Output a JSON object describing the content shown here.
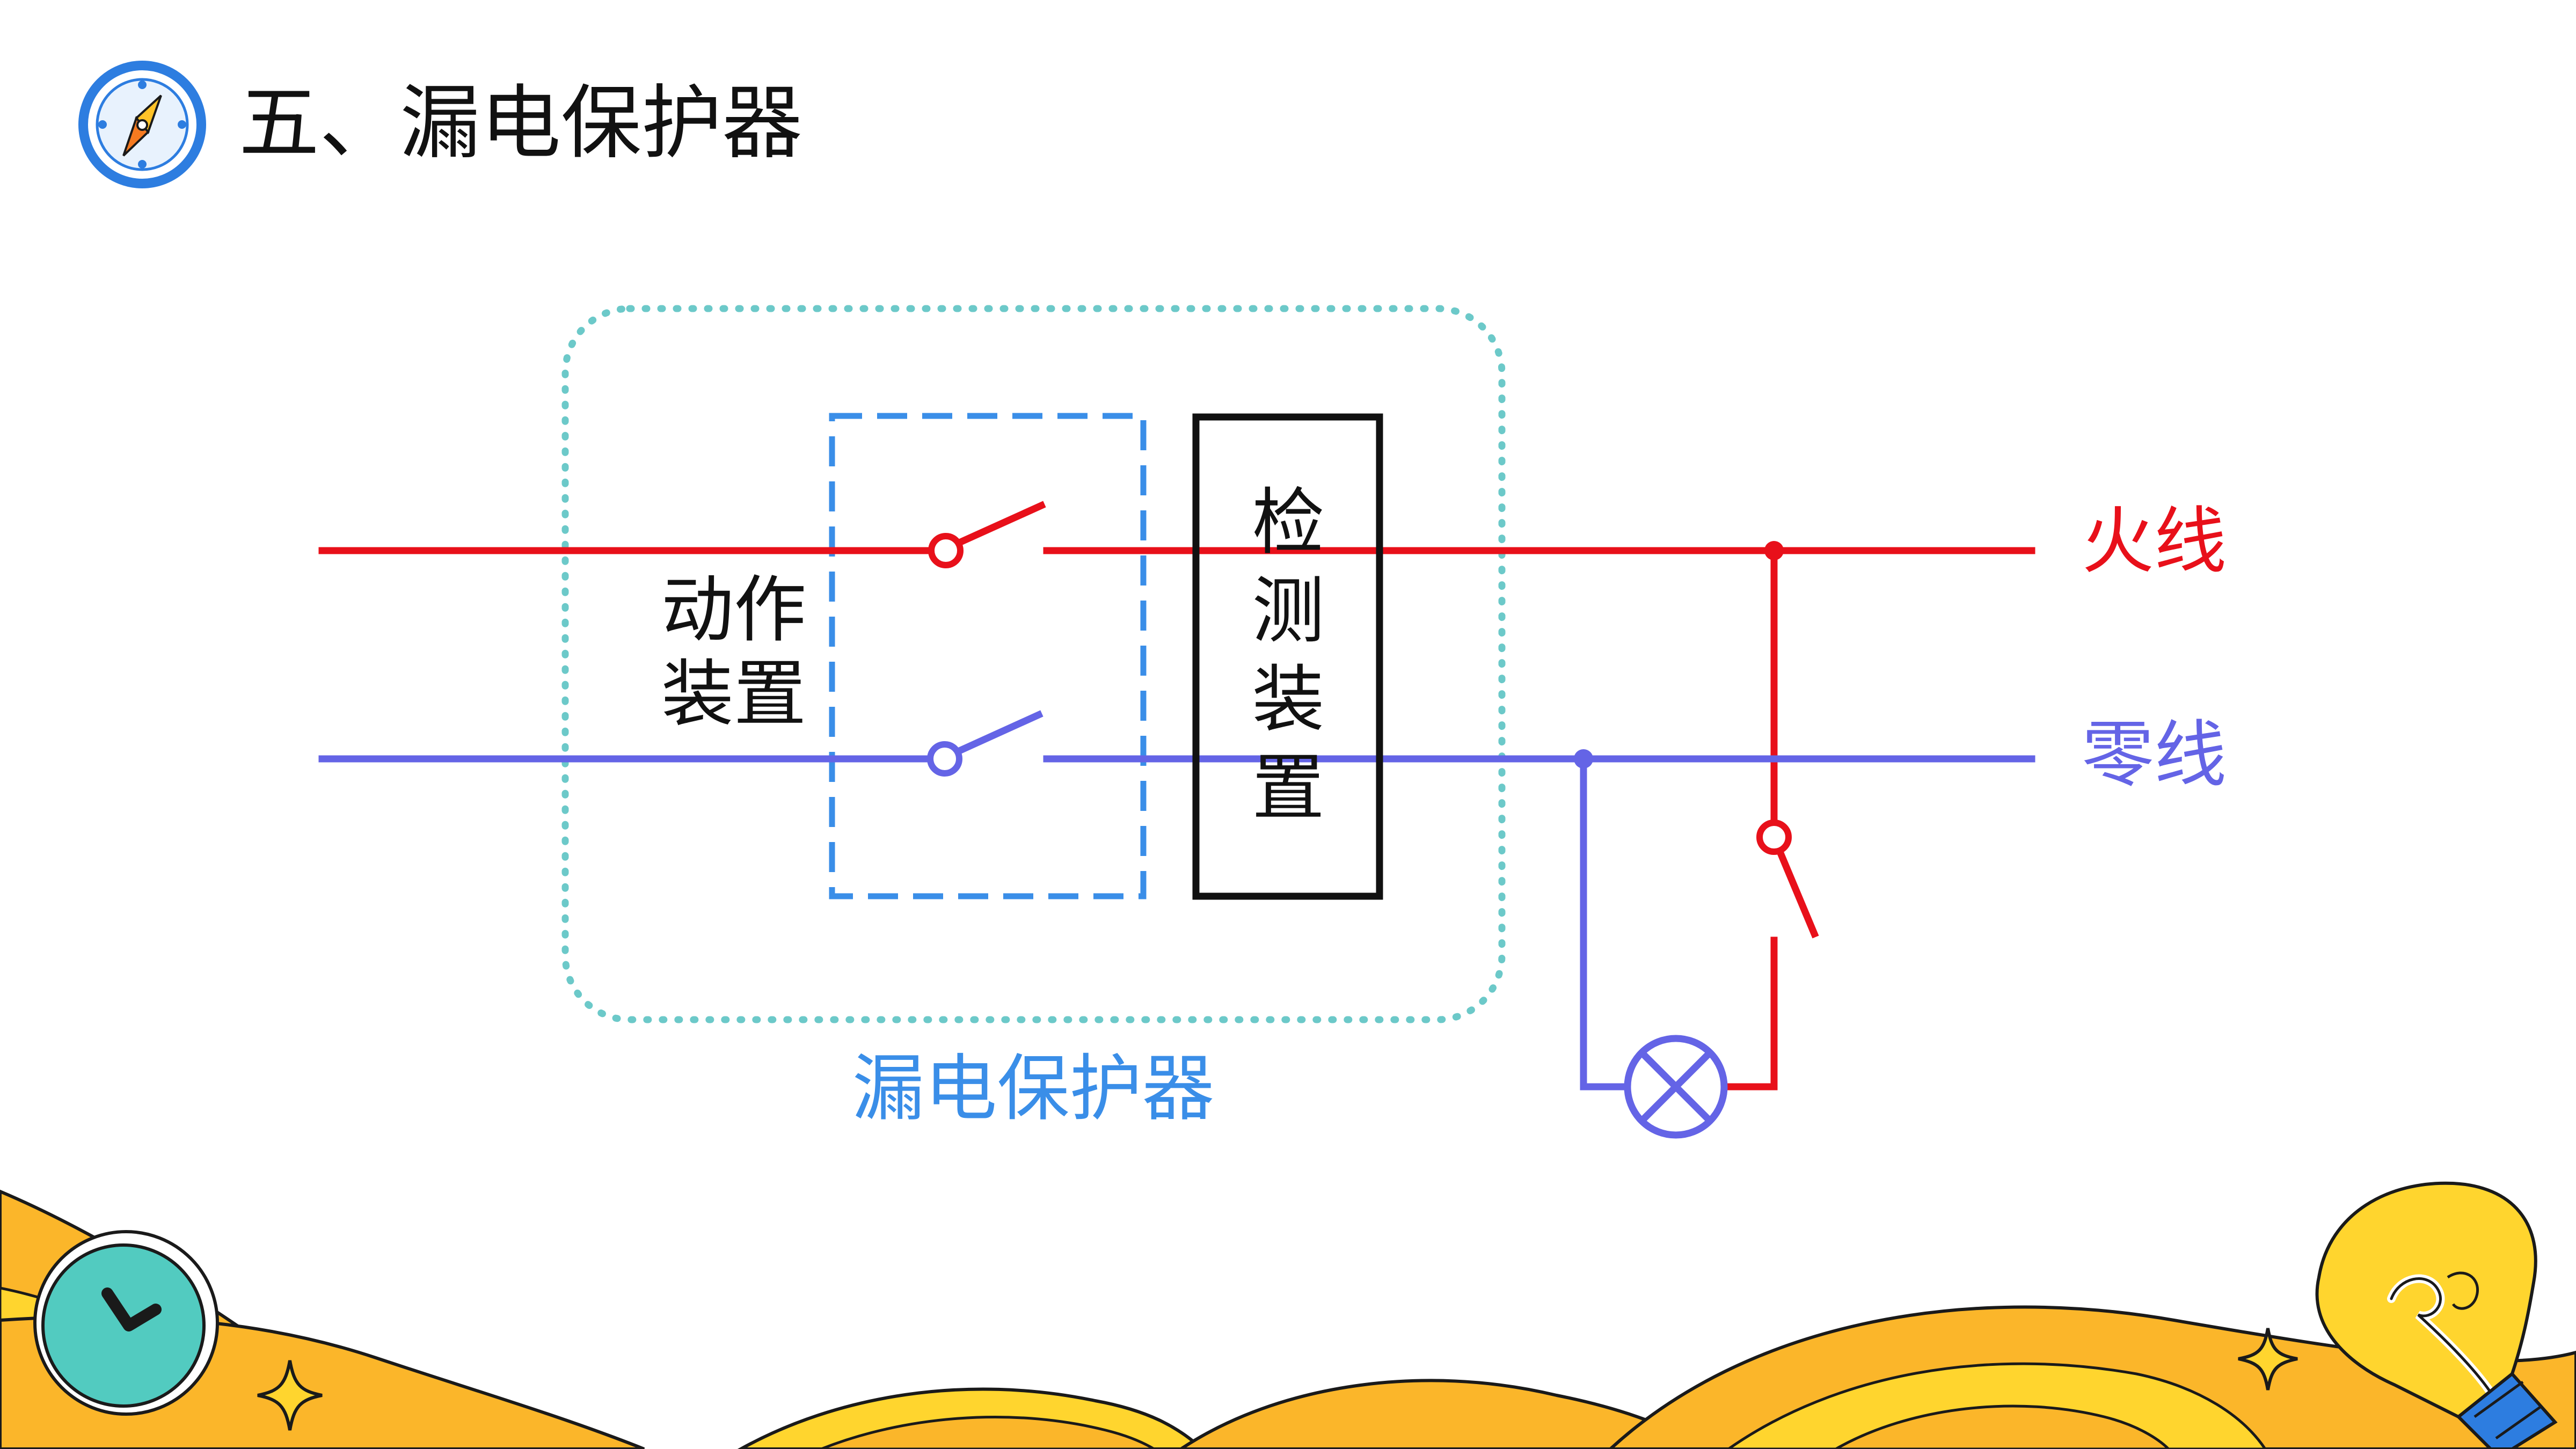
{
  "slide": {
    "title": "五、漏电保护器"
  },
  "diagram": {
    "live_wire_label": "火线",
    "neutral_wire_label": "零线",
    "action_device_label": [
      "动作",
      "装置"
    ],
    "detection_device_label": [
      "检",
      "测",
      "装",
      "置"
    ],
    "protector_label": "漏电保护器"
  },
  "colors": {
    "live": "#e8101a",
    "neutral": "#6464e6",
    "protector_outline": "#6cc9c9",
    "action_outline": "#3a8ee8",
    "protector_text": "#3a8ee8",
    "detection_outline": "#111111",
    "footer_orange": "#fbb62a",
    "footer_yellow": "#ffd52e",
    "clock_teal": "#52cbc0",
    "compass_blue": "#2d7de0"
  },
  "icons": [
    "compass-icon",
    "clock-icon",
    "lightbulb-icon",
    "sparkle-icon"
  ]
}
